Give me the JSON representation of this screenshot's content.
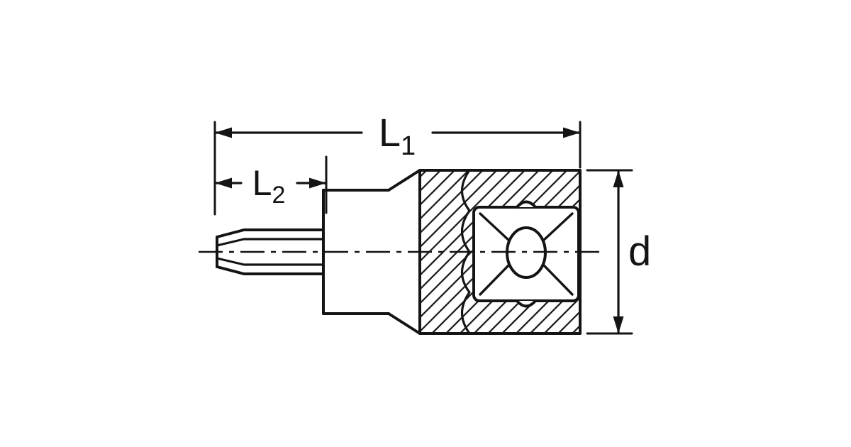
{
  "page": {
    "background": "#ffffff",
    "line_color": "#141414"
  },
  "diagram": {
    "type": "technical-drawing",
    "subject": "torx-bit-socket-side-view",
    "labels": {
      "l1": {
        "base": "L",
        "sub": "1"
      },
      "l2": {
        "base": "L",
        "sub": "2"
      },
      "d": {
        "base": "d"
      }
    }
  }
}
